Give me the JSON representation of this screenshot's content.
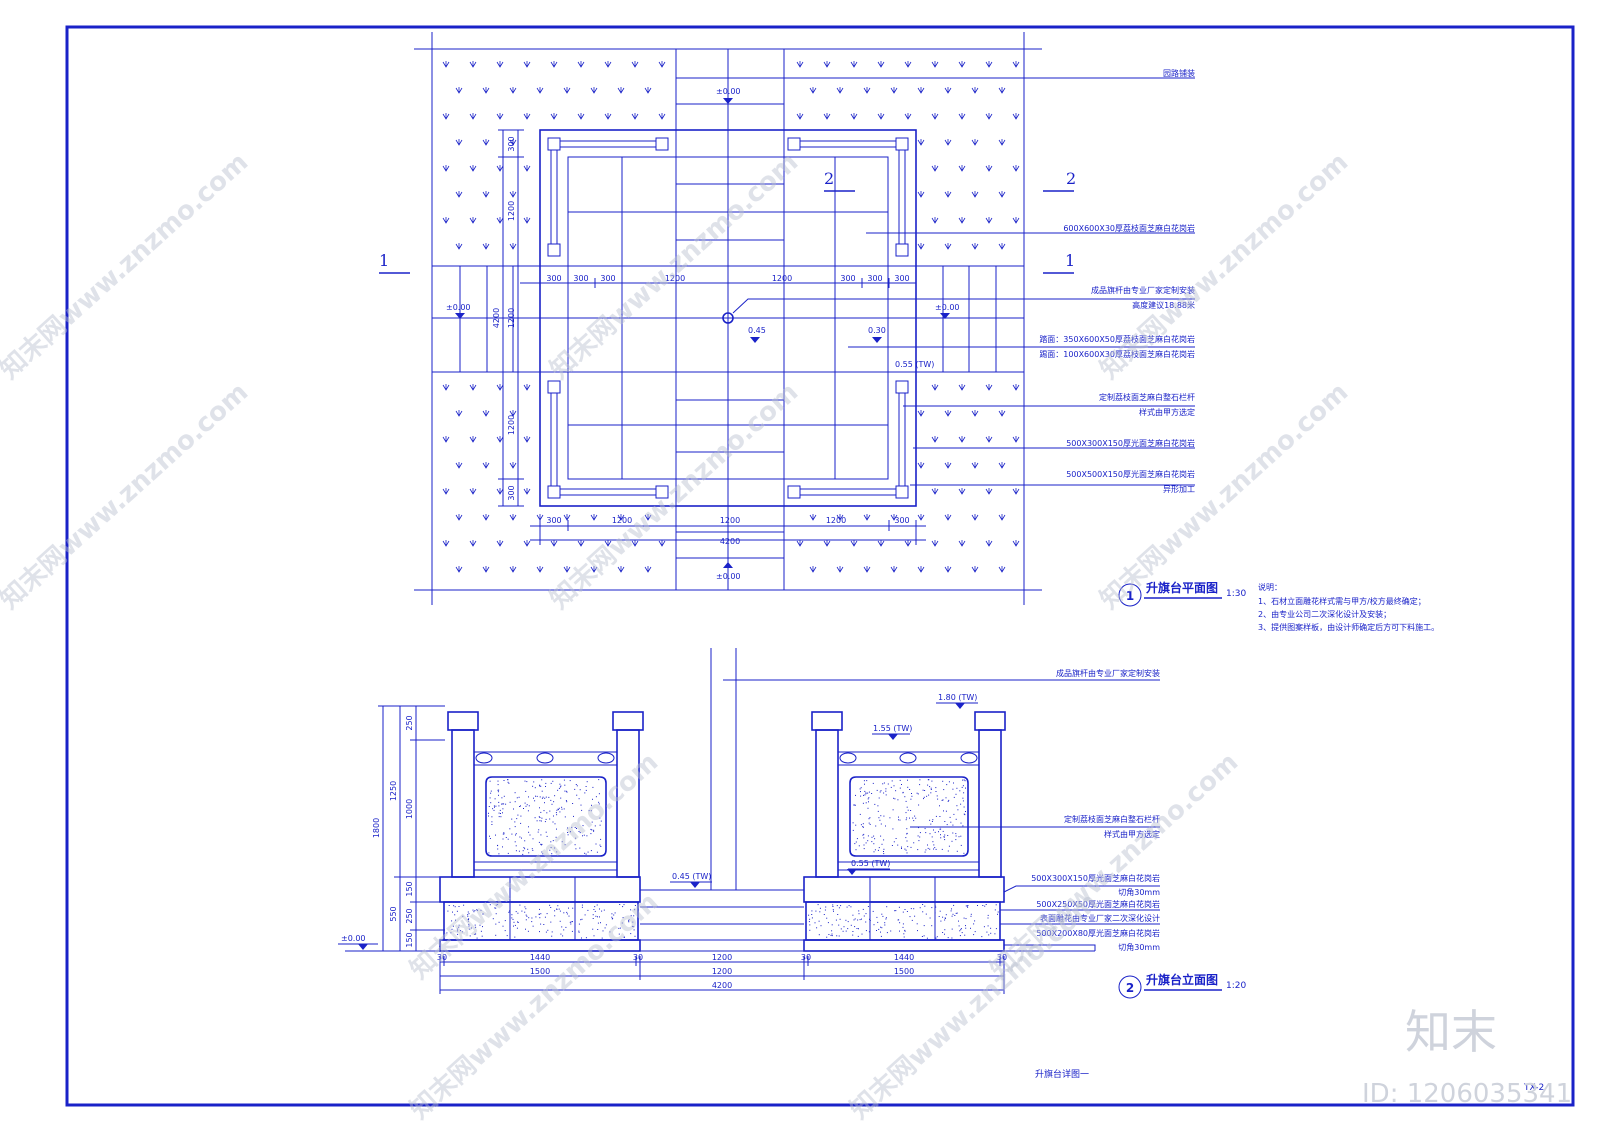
{
  "plan": {
    "title": "升旗台平面图",
    "scale": "1:30",
    "number": "1",
    "labels": {
      "paving": "园路铺装",
      "granite_600": "600X600X30厚荔枝面芝麻白花岗岩",
      "pole_1": "成品旗杆由专业厂家定制安装",
      "pole_2": "高度建议18.88米",
      "tread": "踏面：350X600X50厚荔枝面芝麻白花岗岩",
      "riser": "踢面：100X600X30厚荔枝面芝麻白花岗岩",
      "rail_1": "定制荔枝面芝麻白整石栏杆",
      "rail_2": "样式由甲方选定",
      "granite_500x300": "500X300X150厚光面芝麻白花岗岩",
      "granite_500x500_1": "500X500X150厚光面芝麻白花岗岩",
      "granite_500x500_2": "异形加工"
    },
    "levels": {
      "top": "±0.00",
      "bottom": "±0.00",
      "left": "±0.00",
      "right": "±0.00",
      "center": "0.45",
      "step": "0.30",
      "wall": "0.55 (TW)"
    },
    "dims_top": [
      "300",
      "300",
      "300",
      "1200",
      "1200",
      "300",
      "300",
      "300"
    ],
    "dims_bottom": [
      "300",
      "1200",
      "1200",
      "1200",
      "300"
    ],
    "dim_total": "4200",
    "dims_left_top": [
      "300",
      "1200"
    ],
    "dims_left_mid": [
      "1200"
    ],
    "dims_left_bottom": [
      "1200",
      "300"
    ],
    "dim_left_total": "4200",
    "section_marks": [
      "1",
      "1",
      "2",
      "2"
    ]
  },
  "notes": {
    "heading": "说明：",
    "items": [
      "1、石材立面雕花样式需与甲方/校方最终确定；",
      "2、由专业公司二次深化设计及安装；",
      "3、提供图案样板，由设计师确定后方可下料施工。"
    ]
  },
  "elevation": {
    "title": "升旗台立面图",
    "scale": "1:20",
    "number": "2",
    "labels": {
      "pole": "成品旗杆由专业厂家定制安装",
      "rail_1": "定制荔枝面芝麻白整石栏杆",
      "rail_2": "样式由甲方选定",
      "g1_1": "500X300X150厚光面芝麻白花岗岩",
      "g1_2": "切角30mm",
      "g2": "500X250X50厚光面芝麻白花岗岩",
      "carve": "表面雕花由专业厂家二次深化设计",
      "g3_1": "500X200X80厚光面芝麻白花岗岩",
      "g3_2": "切角30mm"
    },
    "levels": {
      "top": "1.80 (TW)",
      "rail": "1.55 (TW)",
      "platform": "0.45 (TW)",
      "wall": "0.55 (TW)",
      "ground": "±0.00"
    },
    "dims_left": [
      "250",
      "1000",
      "150",
      "250",
      "150"
    ],
    "dims_left_outer": [
      "1250",
      "550"
    ],
    "dim_left_total": "1800",
    "dims_bottom_1": [
      "30",
      "1440",
      "30",
      "1200",
      "30",
      "1440",
      "30"
    ],
    "dims_bottom_2": [
      "1500",
      "1200",
      "1500"
    ],
    "dim_bottom_total": "4200"
  },
  "sheet": {
    "title": "升旗台详图一",
    "code": "TX-2"
  },
  "watermark": {
    "text": "知末网www.znzmo.com",
    "brand": "知末",
    "id": "ID: 1206035341"
  },
  "colors": {
    "line": "#1a22c8",
    "watermark": "#b9c0d0"
  }
}
